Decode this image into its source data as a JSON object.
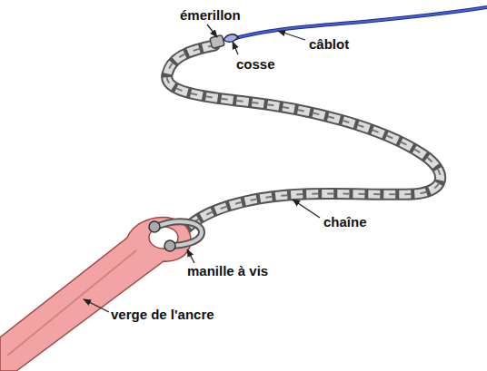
{
  "diagram": {
    "labels": [
      "émerillon",
      "cosse",
      "câblot",
      "chaîne",
      "manille à vis",
      "verge de l'ancre"
    ]
  }
}
